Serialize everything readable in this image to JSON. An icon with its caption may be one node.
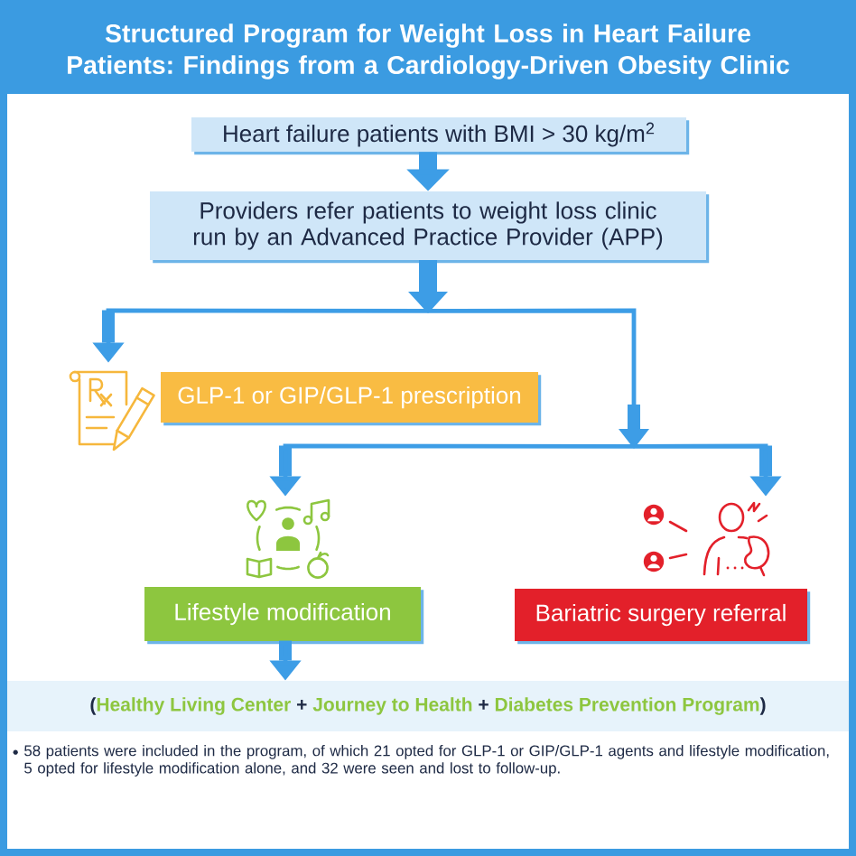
{
  "diagram": {
    "title": "Structured Program for Weight Loss in Heart Failure Patients: Findings from a Cardiology-Driven Obesity Clinic",
    "nodes": [
      {
        "text": [
          "Heart failure patients with BMI > 30 kg/m$^{2}$"
        ]
      },
      {
        "text": [
          "Providers refer patients to weight loss clinic run by an Advanced Practice Provider (APP)"
        ]
      },
      {
        "text": [],
        "shape": "picture"
      },
      {
        "text": [
          "GLP-1 or GIP/GLP-1 prescription"
        ]
      },
      {
        "text": [],
        "shape": "picture"
      },
      {
        "text": [],
        "shape": "picture"
      },
      {
        "text": [
          "Lifestyle modification"
        ]
      },
      {
        "text": [
          "Bariatric surgery referral"
        ]
      },
      {
        "text": [
          "(",
          "Healthy Living Center",
          "+",
          "Journey to Health",
          "+",
          "Diabetes Prevention Program",
          ")"
        ]
      }
    ],
    "edges": [
      {
        "from": 0,
        "to": 1,
        "arrow": "to",
        "style": "thick"
      },
      {
        "from": 1,
        "to": 2,
        "arrow": "to"
      },
      {
        "from": 1,
        "to": 4,
        "arrow": "to"
      },
      {
        "from": 1,
        "to": 5,
        "arrow": "to"
      },
      {
        "from": 6,
        "to": 8,
        "arrow": "to"
      }
    ],
    "labels": [
      "58 patients were included in the program, of which 21 opted for GLP-1 or GIP/GLP-1 agents and lifestyle modification, 5 opted for lifestyle modification alone, and 32 were seen and lost to follow-up."
    ]
  }
}
